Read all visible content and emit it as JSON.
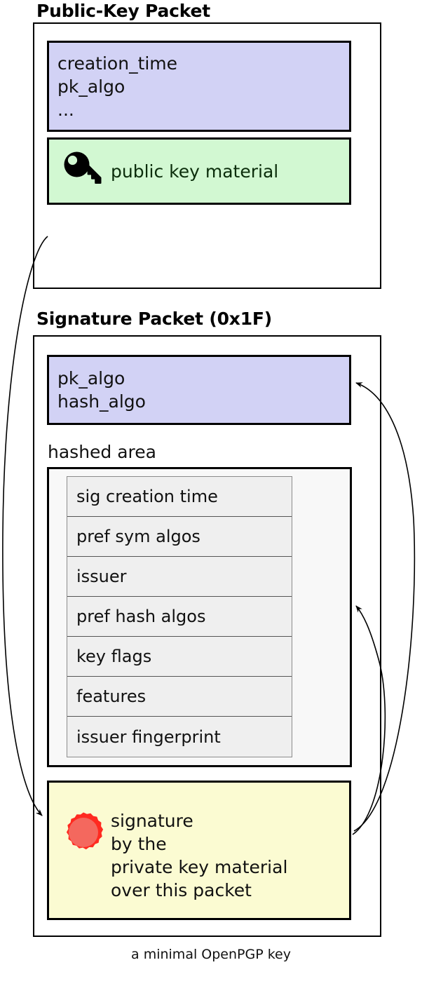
{
  "diagram": {
    "caption": "a minimal OpenPGP key",
    "colors": {
      "header_fill": "#d2d2f5",
      "key_material_fill": "#d2f8d2",
      "signature_fill": "#fbfbd2",
      "hashed_area_fill": "#f8f8f8",
      "subpacket_fill": "#efefef",
      "seal_outer": "#ff2a20",
      "seal_inner": "#f4685e",
      "border": "#000000"
    }
  },
  "public_key_packet": {
    "title": "Public-Key Packet",
    "header_fields": [
      "creation_time",
      "pk_algo",
      "..."
    ],
    "material": {
      "icon": "key-icon",
      "label": "public key material"
    }
  },
  "signature_packet": {
    "title": "Signature Packet (0x1F)",
    "header_fields": [
      "pk_algo",
      "hash_algo"
    ],
    "hashed_area": {
      "label": "hashed area",
      "subpackets": [
        "sig creation time",
        "pref sym algos",
        "issuer",
        "pref hash algos",
        "key flags",
        "features",
        "issuer fingerprint"
      ]
    },
    "signature": {
      "icon": "wax-seal-icon",
      "lines": [
        "signature",
        "by the",
        "private key material",
        "over this packet"
      ]
    }
  }
}
